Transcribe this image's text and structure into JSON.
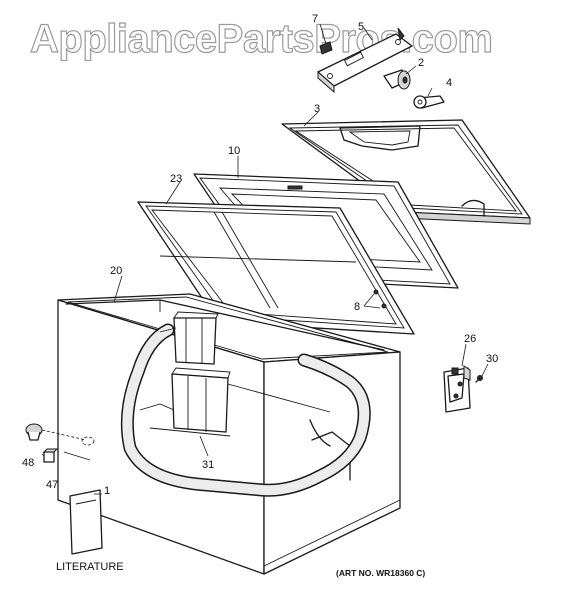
{
  "watermark": "AppliancePartsPros.com",
  "art_number": "(ART NO. WR18360 C)",
  "literature_label": "LITERATURE",
  "callouts": {
    "c1": "1",
    "c2": "2",
    "c3": "3",
    "c4": "4",
    "c5": "5",
    "c7": "7",
    "c8": "8",
    "c10": "10",
    "c20": "20",
    "c23": "23",
    "c26": "26",
    "c30": "30",
    "c31": "31",
    "c47": "47",
    "c48": "48"
  }
}
